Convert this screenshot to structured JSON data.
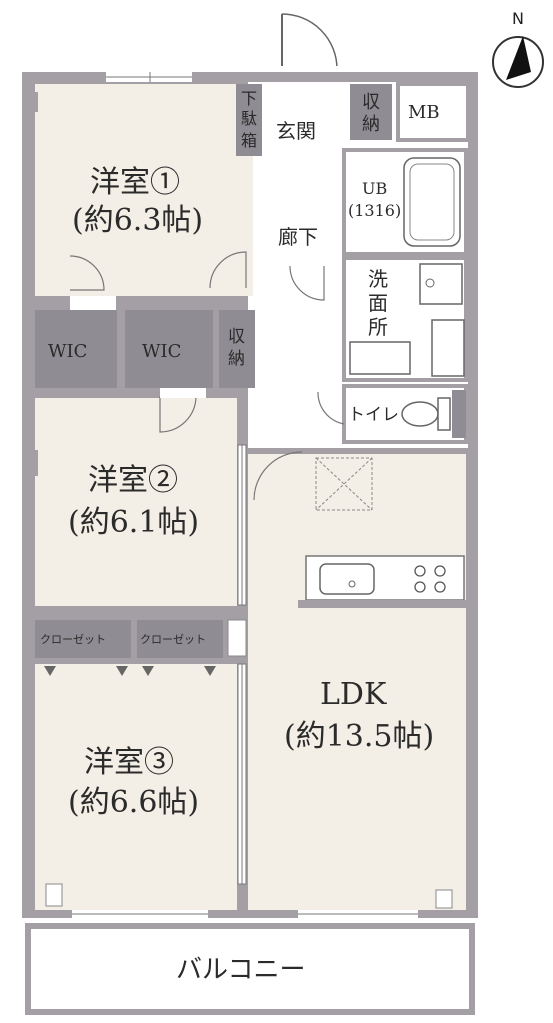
{
  "colors": {
    "wall": "#a39fa5",
    "wall_dark": "#8a878d",
    "room_fill": "#f4efe6",
    "storage_fill": "#8f8c93",
    "floor_white": "#ffffff",
    "line": "#555555",
    "text": "#2b2b2b"
  },
  "compass": {
    "letter": "N"
  },
  "rooms": {
    "western1": {
      "name": "洋室①",
      "size": "(約6.3帖)"
    },
    "western2": {
      "name": "洋室②",
      "size": "(約6.1帖)"
    },
    "western3": {
      "name": "洋室③",
      "size": "(約6.6帖)"
    },
    "ldk": {
      "name": "LDK",
      "size": "(約13.5帖)"
    },
    "hallway": "廊下",
    "entrance": "玄関",
    "shoe_box": [
      "下",
      "駄",
      "箱"
    ],
    "storage_entrance": [
      "収",
      "納"
    ],
    "storage_hall": [
      "収",
      "納"
    ],
    "mb": "MB",
    "bath": {
      "name": "UB",
      "size": "(1316)"
    },
    "washroom": [
      "洗",
      "面",
      "所"
    ],
    "toilet": "トイレ",
    "wic1": "WIC",
    "wic2": "WIC",
    "closet1": "クローゼット",
    "closet2": "クローゼット",
    "balcony": "バルコニー"
  }
}
